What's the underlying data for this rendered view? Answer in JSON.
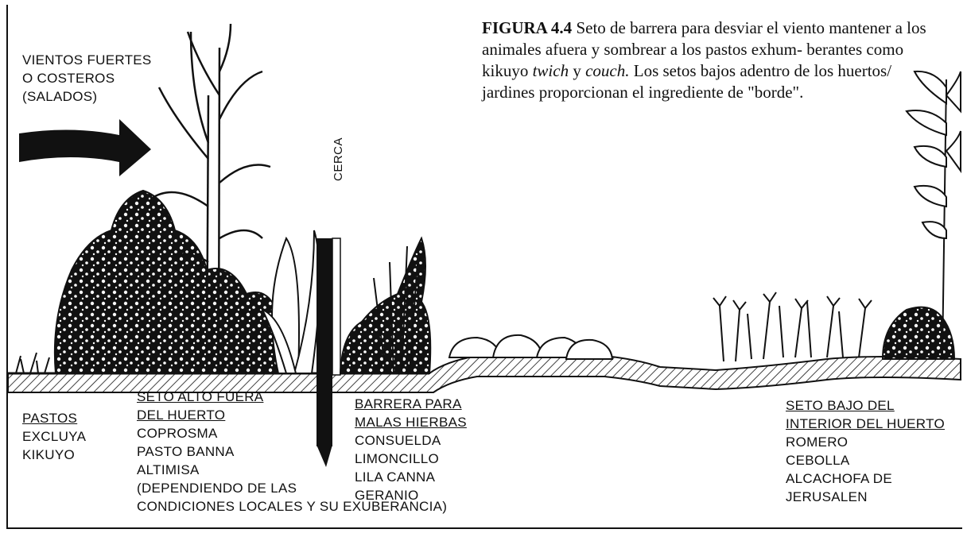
{
  "caption": {
    "figure_label": "FIGURA 4.4",
    "text_before_italic": "Seto de barrera para desviar el viento mantener a los animales afuera y sombrear a los pastos exhum- berantes como kikuyo",
    "italic_1": "twich",
    "text_between": "y",
    "italic_2": "couch.",
    "text_after": "Los setos bajos adentro de los huertos/ jardines proporcionan el ingrediente de \"borde\"."
  },
  "wind": {
    "line1": "VIENTOS FUERTES",
    "line2": "O COSTEROS",
    "line3": "(SALADOS)"
  },
  "fence_label": "CERCA",
  "pastos": {
    "heading": "PASTOS",
    "lines": [
      "EXCLUYA",
      "KIKUYO"
    ]
  },
  "seto_alto": {
    "heading_1": "SETO ALTO FUERA",
    "heading_2": "DEL HUERTO",
    "lines": [
      "COPROSMA",
      "PASTO BANNA",
      "ALTIMISA",
      "(DEPENDIENDO DE LAS",
      "CONDICIONES LOCALES Y SU EXUBERANCIA)"
    ]
  },
  "barrera": {
    "heading_1": "BARRERA PARA",
    "heading_2": "MALAS HIERBAS",
    "lines": [
      "CONSUELDA",
      "LIMONCILLO",
      "LILA CANNA",
      "GERANIO"
    ]
  },
  "seto_bajo": {
    "heading_1": "SETO BAJO DEL",
    "heading_2": "INTERIOR DEL HUERTO",
    "lines": [
      "ROMERO",
      "CEBOLLA",
      "ALCACHOFA DE",
      "JERUSALEN"
    ]
  }
}
